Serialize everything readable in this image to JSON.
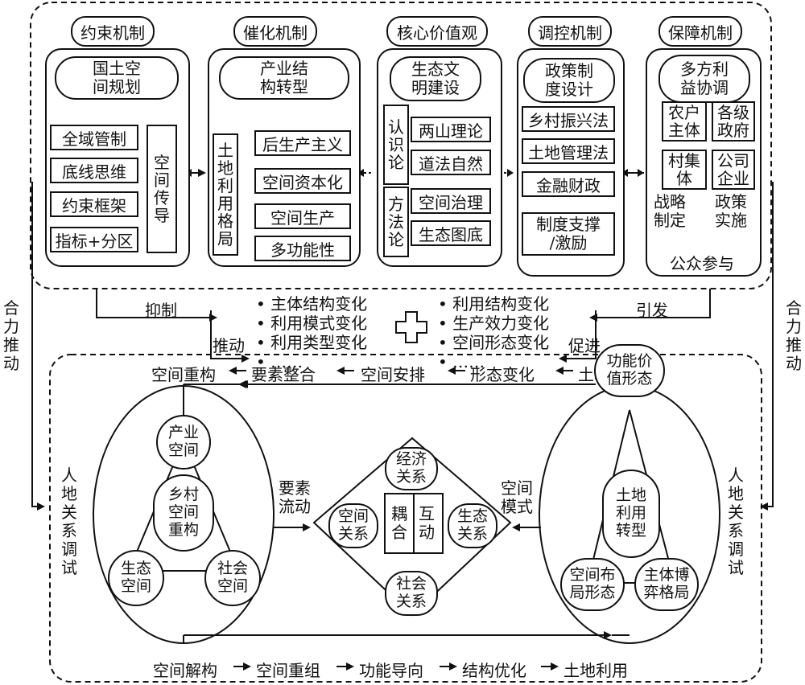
{
  "mechanisms": {
    "constraint": {
      "title": "约束机制",
      "head": "国土空\n间规划",
      "items": [
        "全域管制",
        "底线思维",
        "约束框架",
        "指标+分区"
      ],
      "side": "空\n间\n传\n导"
    },
    "catalysis": {
      "title": "催化机制",
      "head": "产业结\n构转型",
      "side": "土\n地\n利\n用\n格\n局",
      "items": [
        "后生产主义",
        "空间资本化",
        "空间生产",
        "多功能性"
      ]
    },
    "core": {
      "title": "核心价值观",
      "head": "生态文\n明建设",
      "group1": {
        "label": "认\n识\n论",
        "items": [
          "两山理论",
          "道法自然"
        ]
      },
      "group2": {
        "label": "方\n法\n论",
        "items": [
          "空间治理",
          "生态图底"
        ]
      }
    },
    "regulation": {
      "title": "调控机制",
      "head": "政策制\n度设计",
      "items": [
        "乡村振兴法",
        "土地管理法",
        "金融财政"
      ],
      "result": "制度支撑\n/激励"
    },
    "guarantee": {
      "title": "保障机制",
      "head": "多方利\n益协调",
      "grid": [
        "农户\n主体",
        "各级\n政府",
        "村集\n体",
        "公司\n企业"
      ],
      "flow": [
        "战略\n制定",
        "政策\n实施",
        "公众参与"
      ]
    }
  },
  "middle": {
    "left_labels": [
      "抑制",
      "推动"
    ],
    "right_labels": [
      "引发",
      "促进"
    ],
    "left_list": [
      "• 主体结构变化",
      "• 利用模式变化",
      "• 利用类型变化",
      "•  ……"
    ],
    "right_list": [
      "• 利用结构变化",
      "• 生产效力变化",
      "• 空间形态变化",
      "•  ……"
    ]
  },
  "side_labels": {
    "left_top": "合\n力\n推\n动",
    "right_top": "合\n力\n推\n动",
    "left_bottom": "人\n地\n关\n系\n调\n试",
    "right_bottom": "人\n地\n关\n系\n调\n试"
  },
  "top_chain": [
    "空间重构",
    "要素整合",
    "空间安排",
    "形态变化",
    "土地利用"
  ],
  "bottom_chain": [
    "空间解构",
    "空间重组",
    "功能导向",
    "结构优化",
    "土地利用"
  ],
  "left_ellipse": {
    "center": "乡村\n空间\n重构",
    "top": "产业\n空间",
    "left": "生态\n空间",
    "right": "社会\n空间"
  },
  "diamond": {
    "top": "经济\n关系",
    "left": "空间\n关系",
    "right": "生态\n关系",
    "bottom": "社会\n关系",
    "center_left": "耦\n合",
    "center_right": "互\n动"
  },
  "right_ellipse": {
    "top": "功能价\n值形态",
    "center": "土地\n利用\n转型",
    "left": "空间布\n局形态",
    "right": "主体博\n弈格局"
  },
  "flow_labels": {
    "left": "要素\n流动",
    "right": "空间\n模式"
  }
}
